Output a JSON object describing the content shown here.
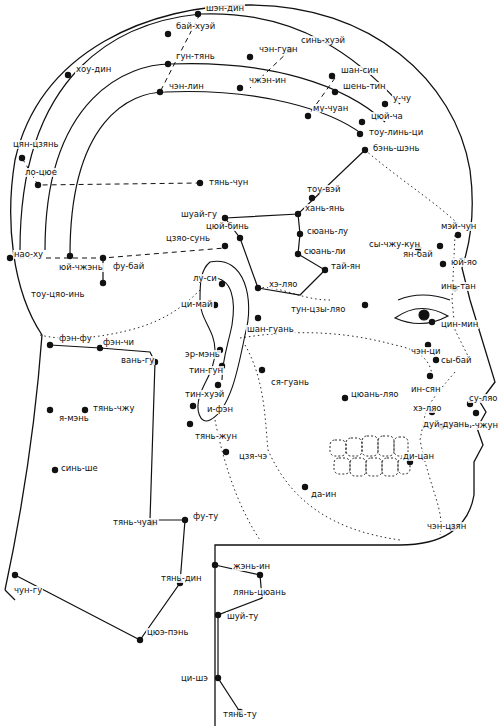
{
  "diagram": {
    "labels": [
      "шэн-дин",
      "бай-хуэй",
      "синь-хуэй",
      "чэн-гуан",
      "гун-тянь",
      "хоу-дин",
      "чжэн-ин",
      "чэн-лин",
      "шан-син",
      "шень-тин",
      "у-чу",
      "му-чуан",
      "цюй-ча",
      "тоу-линь-ци",
      "бэнь-шэнь",
      "цян-цзянь",
      "ло-цюе",
      "тянь-чун",
      "тоу-вэй",
      "хань-янь",
      "шуай-гу",
      "сюань-лу",
      "цюй-бинь",
      "цзяо-сунь",
      "сюань-ли",
      "нао-ху",
      "юй-чжэнь",
      "фу-бай",
      "тай-ян",
      "сы-чжу-кун",
      "мэй-чун",
      "ян-бай",
      "юй-яо",
      "тоу-цяо-инь",
      "лу-си",
      "хэ-ляо",
      "тун-цзы-ляо",
      "инь-тан",
      "цин-мин",
      "ци-май",
      "шан-гуань",
      "чэн-ци",
      "сы-бай",
      "фэн-фу",
      "фэн-чи",
      "вань-гу",
      "эр-мэнь",
      "тин-гун",
      "ся-гуань",
      "тин-хуэй",
      "цюань-ляо",
      "ин-сян",
      "су-ляо",
      "тянь-чжу",
      "я-мэнь",
      "и-фэн",
      "хэ-ляо",
      "жэнь-чжун",
      "дуй-дуань",
      "тянь-жун",
      "цзя-чэ",
      "ди-цан",
      "синь-ше",
      "да-ин",
      "тянь-чуан",
      "фу-ту",
      "чэн-цзян",
      "жэнь-ин",
      "тянь-дин",
      "лянь-цюань",
      "чун-гу",
      "шуй-ту",
      "цюэ-пэнь",
      "ци-шэ",
      "тянь-ту"
    ]
  }
}
